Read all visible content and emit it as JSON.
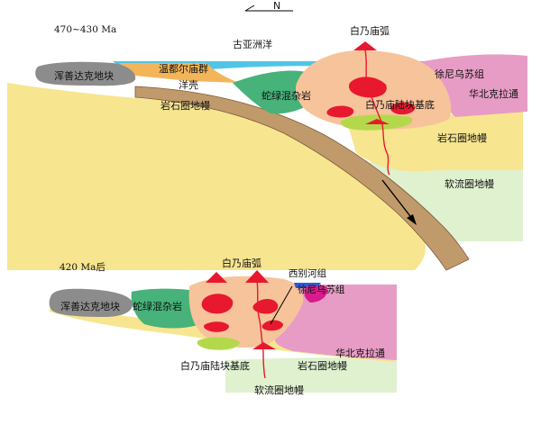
{
  "north": "N",
  "colors": {
    "mantle_yellow": "#F7E58F",
    "slab_brown": "#C09A6B",
    "slab_dark": "#7A5A38",
    "ocean_blue": "#4FC6E6",
    "arc_peach": "#F7C39B",
    "ophiolite_green": "#47B27A",
    "north_china_pink": "#E79CC5",
    "magma_red": "#E8182E",
    "lime": "#B4D84B",
    "wenduermiao_orange": "#F2B55A",
    "gray_block": "#8C8C8C",
    "asthenosphere_mint": "#DFF1CF"
  },
  "upper": {
    "age": "470~430 Ma",
    "labels": {
      "paleo_asian_ocean": "古亚洲洋",
      "bainaimiao_arc": "白乃庙弧",
      "hunshandake_block": "浑善达克地块",
      "wenduermiao_group": "温都尔庙群",
      "oceanic_crust": "洋壳",
      "lithospheric_mantle_left": "岩石圈地幔",
      "ophiolite_melange": "蛇绿混杂岩",
      "bainaimiao_basement": "白乃庙陆块基底",
      "xuniwusu_group": "徐尼乌苏组",
      "north_china_craton": "华北克拉通",
      "lithospheric_mantle_right": "岩石圈地幔",
      "asthenospheric_mantle": "软流圈地幔"
    }
  },
  "lower": {
    "age": "420 Ma后",
    "labels": {
      "bainaimiao_arc": "白乃庙弧",
      "xibiehe_group": "西别河组",
      "xuniwusu_group": "徐尼乌苏组",
      "hunshandake_block": "浑善达克地块",
      "ophiolite_melange": "蛇绿混杂岩",
      "north_china_craton": "华北克拉通",
      "bainaimiao_basement": "白乃庙陆块基底",
      "lithospheric_mantle": "岩石圈地幔",
      "asthenospheric_mantle": "软流圈地幔"
    }
  }
}
